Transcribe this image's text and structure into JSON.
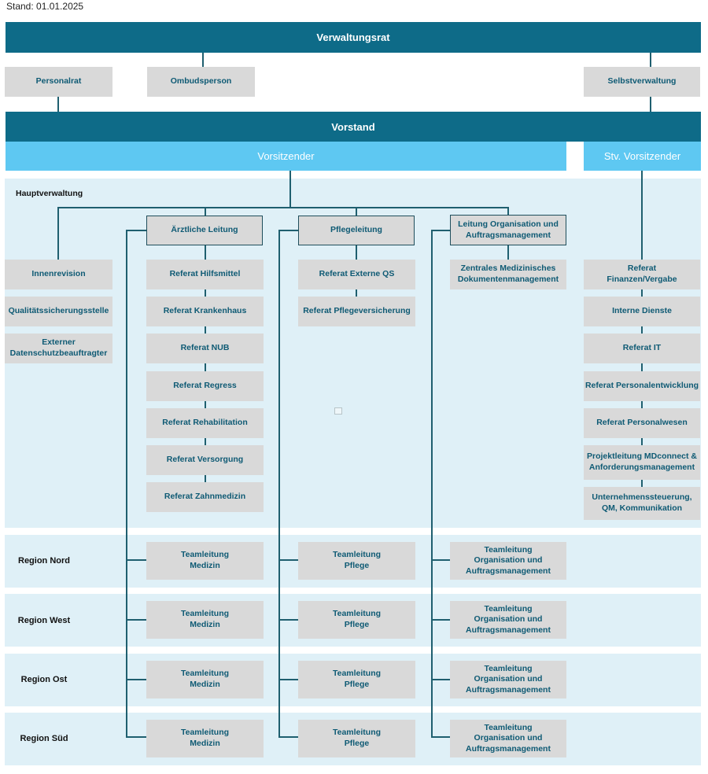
{
  "stand": "Stand: 01.01.2025",
  "top": {
    "verwaltungsrat": "Verwaltungsrat",
    "personalrat": "Personalrat",
    "ombudsperson": "Ombudsperson",
    "selbstverwaltung": "Selbstverwaltung",
    "vorstand": "Vorstand",
    "vorsitzender": "Vorsitzender",
    "stv_vorsitzender": "Stv. Vorsitzender"
  },
  "hauptverwaltung": {
    "label": "Hauptverwaltung",
    "left_column": [
      "Innenrevision",
      "Qualitätssicherungsstelle",
      "Externer\nDatenschutzbeauftragter"
    ],
    "aerztliche": {
      "head": "Ärztliche Leitung",
      "items": [
        "Referat Hilfsmittel",
        "Referat Krankenhaus",
        "Referat NUB",
        "Referat Regress",
        "Referat Rehabilitation",
        "Referat Versorgung",
        "Referat Zahnmedizin"
      ]
    },
    "pflege": {
      "head": "Pflegeleitung",
      "items": [
        "Referat Externe QS",
        "Referat Pflegeversicherung"
      ]
    },
    "organisation": {
      "head": "Leitung Organisation und\nAuftragsmanagement",
      "items": [
        "Zentrales Medizinisches\nDokumentenmanagement"
      ]
    },
    "stv_column": [
      "Referat\nFinanzen/Vergabe",
      "Interne Dienste",
      "Referat IT",
      "Referat Personalentwicklung",
      "Referat Personalwesen",
      "Projektleitung MDconnect &\nAnforderungsmanagement",
      "Unternehmenssteuerung,\nQM, Kommunikation"
    ]
  },
  "regions": [
    {
      "name": "Region Nord",
      "medizin": "Teamleitung\nMedizin",
      "pflege": "Teamleitung\nPflege",
      "organisation": "Teamleitung\nOrganisation und\nAuftragsmanagement"
    },
    {
      "name": "Region West",
      "medizin": "Teamleitung\nMedizin",
      "pflege": "Teamleitung\nPflege",
      "organisation": "Teamleitung\nOrganisation und\nAuftragsmanagement"
    },
    {
      "name": "Region Ost",
      "medizin": "Teamleitung\nMedizin",
      "pflege": "Teamleitung\nPflege",
      "organisation": "Teamleitung\nOrganisation und\nAuftragsmanagement"
    },
    {
      "name": "Region Süd",
      "medizin": "Teamleitung\nMedizin",
      "pflege": "Teamleitung\nPflege",
      "organisation": "Teamleitung\nOrganisation und\nAuftragsmanagement"
    }
  ],
  "colors": {
    "dark_bar": "#0e6b88",
    "light_bar": "#5ec8f2",
    "box": "#d9d9d9",
    "box_text": "#0e5a74",
    "panel": "#dff0f7",
    "line": "#1f5f6f"
  }
}
